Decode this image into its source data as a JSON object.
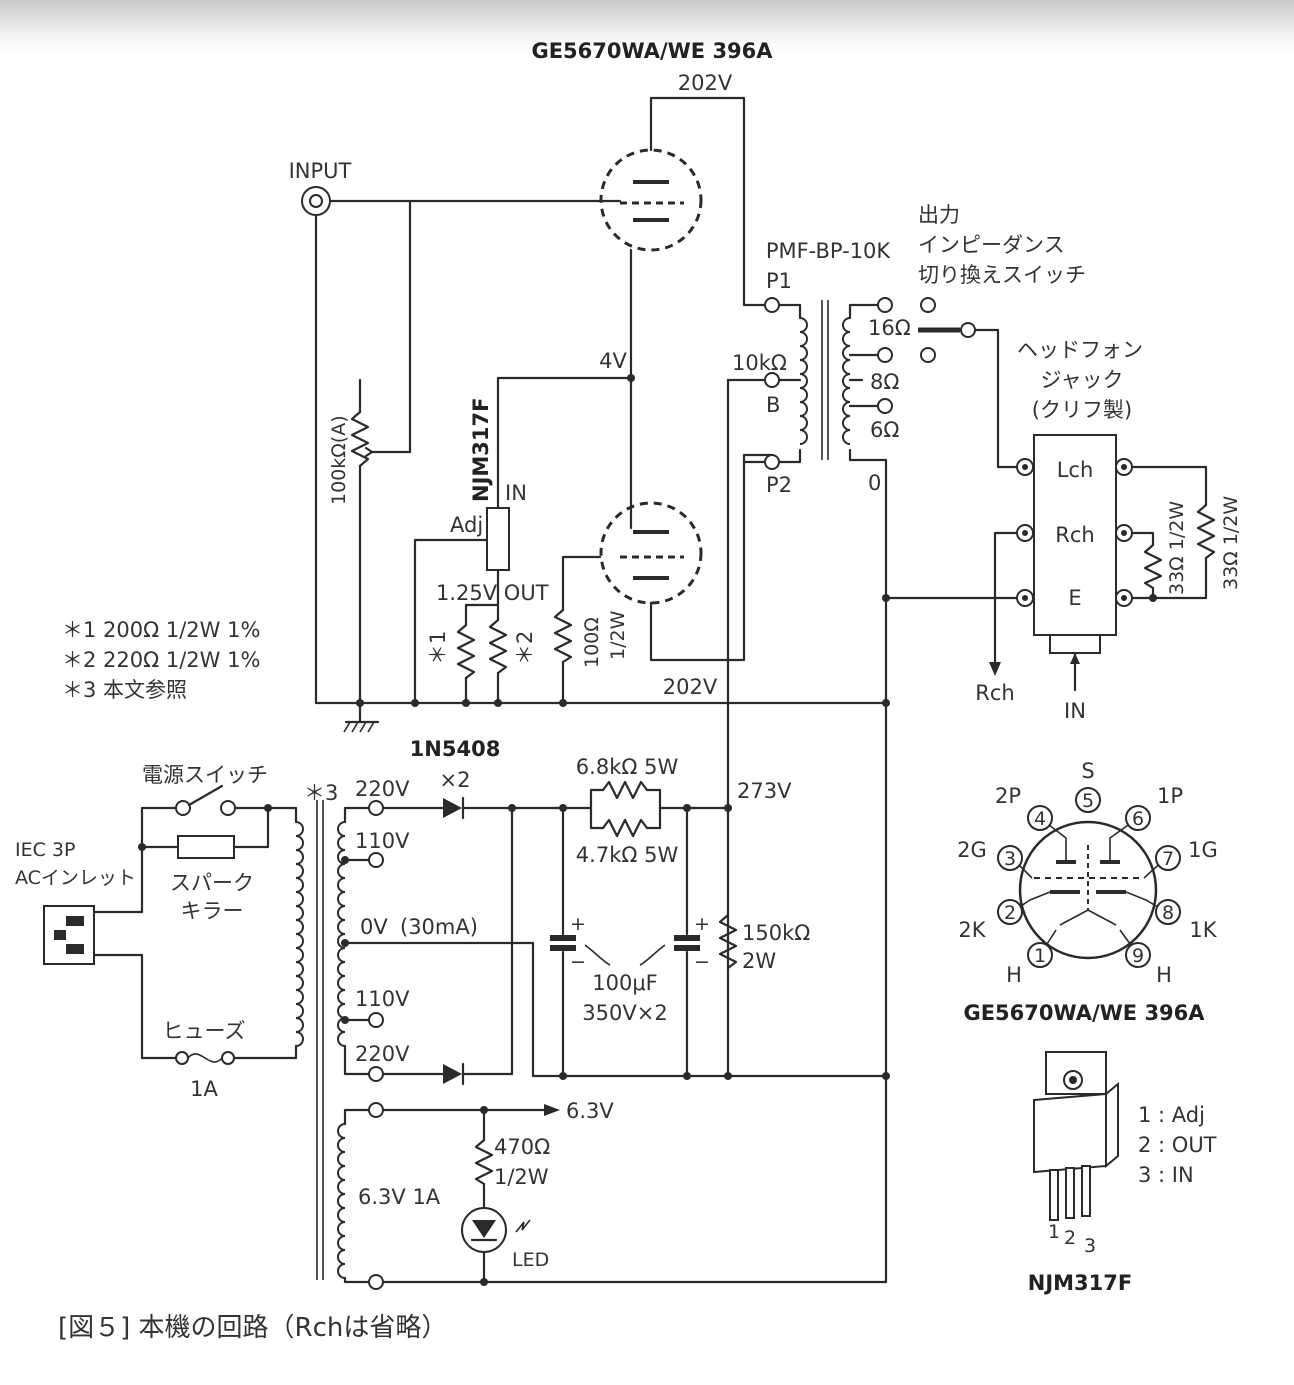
{
  "figure": {
    "caption": "[図５] 本機の回路（Rchは省略）"
  },
  "tube": {
    "name": "GE5670WA/WE 396A",
    "plate_voltage_top": "202V",
    "cathode_voltage": "4V",
    "plate_voltage_bottom": "202V"
  },
  "input": {
    "label": "INPUT",
    "volume_label": "100kΩ(A)"
  },
  "regulator": {
    "name": "NJM317F",
    "in_label": "IN",
    "adj_label": "Adj",
    "out_label": "1.25V OUT",
    "r1_label": "＊1",
    "r2_label": "＊2",
    "grid_resistor": "100Ω",
    "grid_resistor_power": "1/2W"
  },
  "notes": [
    "＊1  200Ω  1/2W 1%",
    "＊2  220Ω  1/2W 1%",
    "＊3  本文参照"
  ],
  "output_transformer": {
    "name": "PMF-BP-10K",
    "p1": "P1",
    "p2": "P2",
    "b": "B",
    "primary_impedance": "10kΩ",
    "taps": [
      "16Ω",
      "8Ω",
      "6Ω",
      "0"
    ]
  },
  "impedance_switch": {
    "lines": [
      "出力",
      "インピーダンス",
      "切り換えスイッチ"
    ]
  },
  "headphone_jack": {
    "lines": [
      "ヘッドフォン",
      "ジャック",
      "(クリフ製)"
    ],
    "pins": [
      "Lch",
      "Rch",
      "E"
    ],
    "load_resistor": "33Ω 1/2W",
    "rch_arrow": "Rch",
    "in_arrow": "IN"
  },
  "power_supply": {
    "power_switch": "電源スイッチ",
    "spark_killer": "スパーク\nキラー",
    "fuse": "ヒューズ",
    "fuse_rating": "1A",
    "inlet_line1": "IEC 3P",
    "inlet_line2": "ACインレット",
    "transformer_note": "＊3",
    "taps": [
      "220V",
      "110V",
      "0V",
      "110V",
      "220V"
    ],
    "tap_current": "(30mA)",
    "diode": "1N5408",
    "diode_count": "×2",
    "r_a": "6.8kΩ  5W",
    "r_b": "4.7kΩ  5W",
    "b_voltage": "273V",
    "bleeder": "150kΩ",
    "bleeder_power": "2W",
    "caps": "100μF",
    "caps_rating": "350V×2",
    "heater_winding": "6.3V 1A",
    "heater_out": "6.3V",
    "led_resistor": "470Ω",
    "led_resistor_power": "1/2W",
    "led": "LED"
  },
  "pinout": {
    "title": "GE5670WA/WE 396A",
    "pins": [
      "2P",
      "S",
      "1P",
      "2G",
      "1G",
      "2K",
      "1K",
      "H",
      "H"
    ],
    "numbers": [
      "1",
      "2",
      "3",
      "4",
      "5",
      "6",
      "7",
      "8",
      "9"
    ]
  },
  "regulator_pinout": {
    "title": "NJM317F",
    "legend": [
      "1 : Adj",
      "2 : OUT",
      "3 : IN"
    ],
    "pin_numbers": [
      "1",
      "2",
      "3"
    ]
  }
}
